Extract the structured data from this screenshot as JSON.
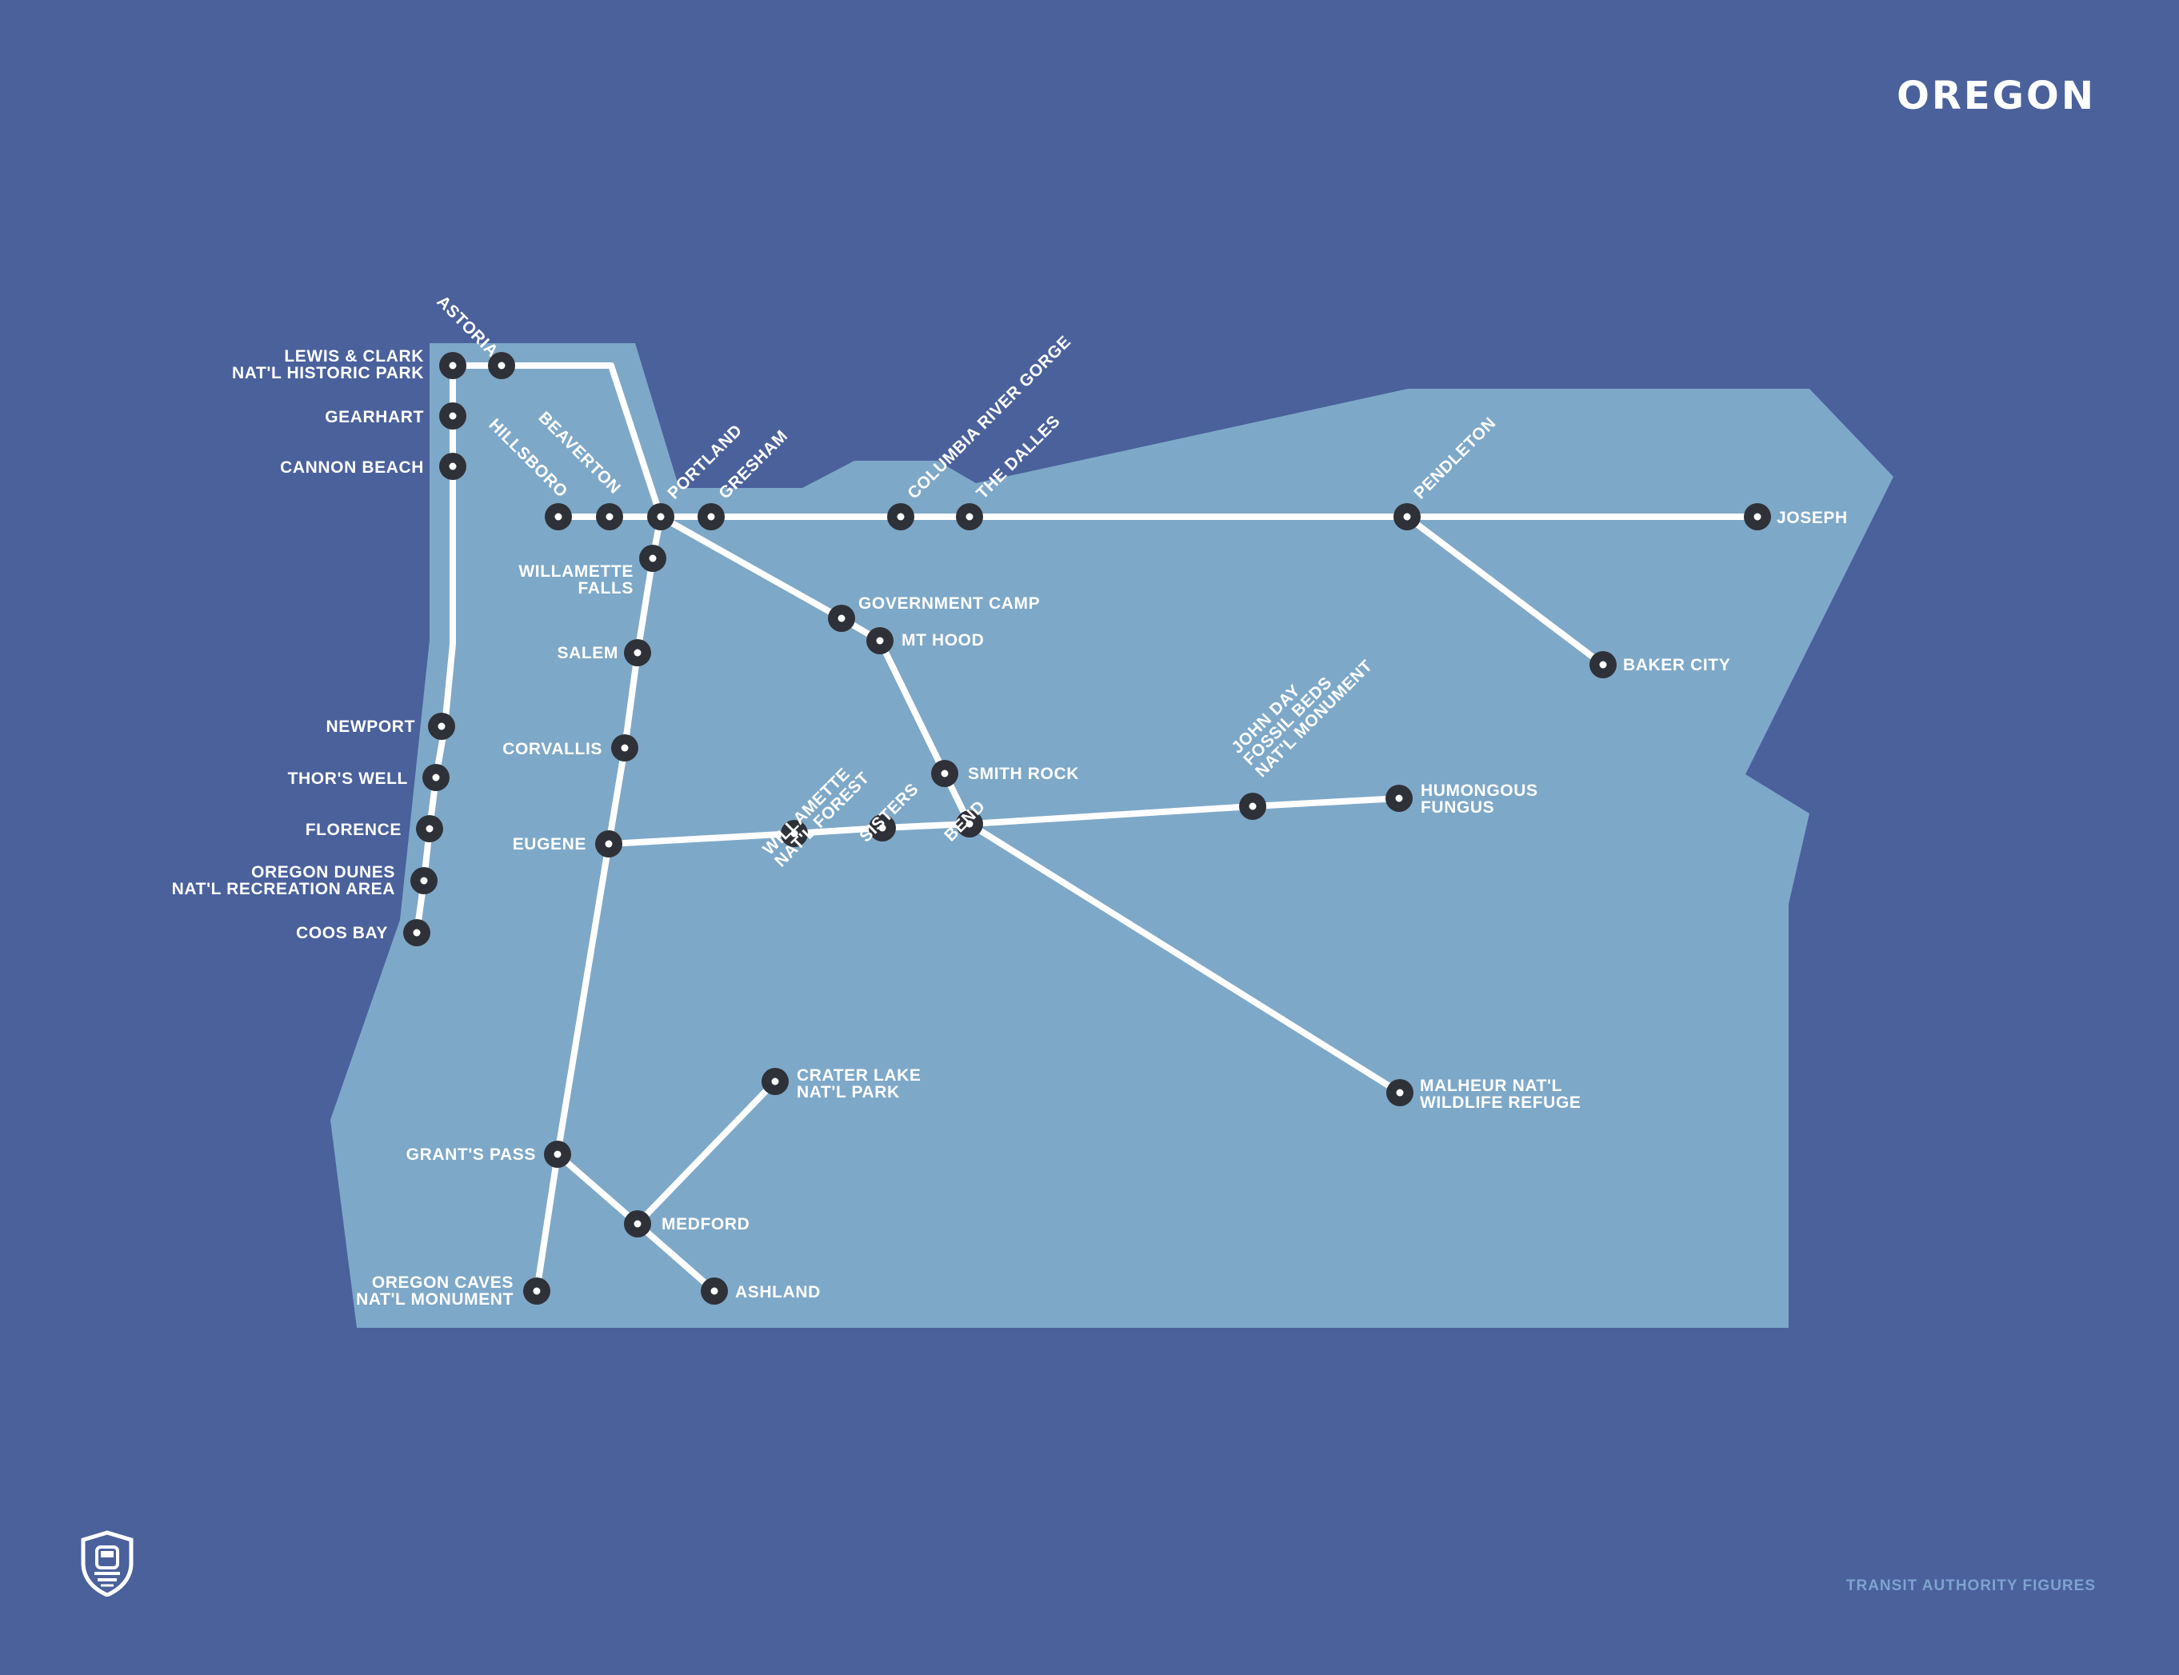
{
  "title": "OREGON",
  "credit": "TRANSIT AUTHORITY FIGURES",
  "logo": {
    "icon": "train-shield-icon"
  },
  "colors": {
    "background": "#4a619c",
    "land": "#7ea8c8",
    "route": "#ffffff",
    "station": "#2f3138"
  },
  "stations": {
    "astoria": [
      "ASTORIA"
    ],
    "lewis_clark": [
      "LEWIS & CLARK",
      "NAT'L HISTORIC PARK"
    ],
    "gearhart": [
      "GEARHART"
    ],
    "cannon_beach": [
      "CANNON BEACH"
    ],
    "hillsboro": [
      "HILLSBORO"
    ],
    "beaverton": [
      "BEAVERTON"
    ],
    "portland": [
      "PORTLAND"
    ],
    "gresham": [
      "GRESHAM"
    ],
    "columbia_gorge": [
      "COLUMBIA RIVER GORGE"
    ],
    "the_dalles": [
      "THE DALLES"
    ],
    "pendleton": [
      "PENDLETON"
    ],
    "joseph": [
      "JOSEPH"
    ],
    "willamette_falls": [
      "WILLAMETTE",
      "FALLS"
    ],
    "government_camp": [
      "GOVERNMENT CAMP"
    ],
    "mt_hood": [
      "MT HOOD"
    ],
    "baker_city": [
      "BAKER CITY"
    ],
    "salem": [
      "SALEM"
    ],
    "corvallis": [
      "CORVALLIS"
    ],
    "newport": [
      "NEWPORT"
    ],
    "thors_well": [
      "THOR'S WELL"
    ],
    "florence": [
      "FLORENCE"
    ],
    "oregon_dunes": [
      "OREGON DUNES",
      "NAT'L RECREATION AREA"
    ],
    "coos_bay": [
      "COOS BAY"
    ],
    "smith_rock": [
      "SMITH ROCK"
    ],
    "john_day": [
      "JOHN DAY",
      "FOSSIL BEDS",
      "NAT'L MONUMENT"
    ],
    "humongous_fungus": [
      "HUMONGOUS",
      "FUNGUS"
    ],
    "eugene": [
      "EUGENE"
    ],
    "willamette_forest": [
      "WILLAMETTE",
      "NAT'L FOREST"
    ],
    "sisters": [
      "SISTERS"
    ],
    "bend": [
      "BEND"
    ],
    "crater_lake": [
      "CRATER LAKE",
      "NAT'L PARK"
    ],
    "malheur": [
      "MALHEUR NAT'L",
      "WILDLIFE REFUGE"
    ],
    "grants_pass": [
      "GRANT'S PASS"
    ],
    "medford": [
      "MEDFORD"
    ],
    "oregon_caves": [
      "OREGON CAVES",
      "NAT'L MONUMENT"
    ],
    "ashland": [
      "ASHLAND"
    ]
  }
}
